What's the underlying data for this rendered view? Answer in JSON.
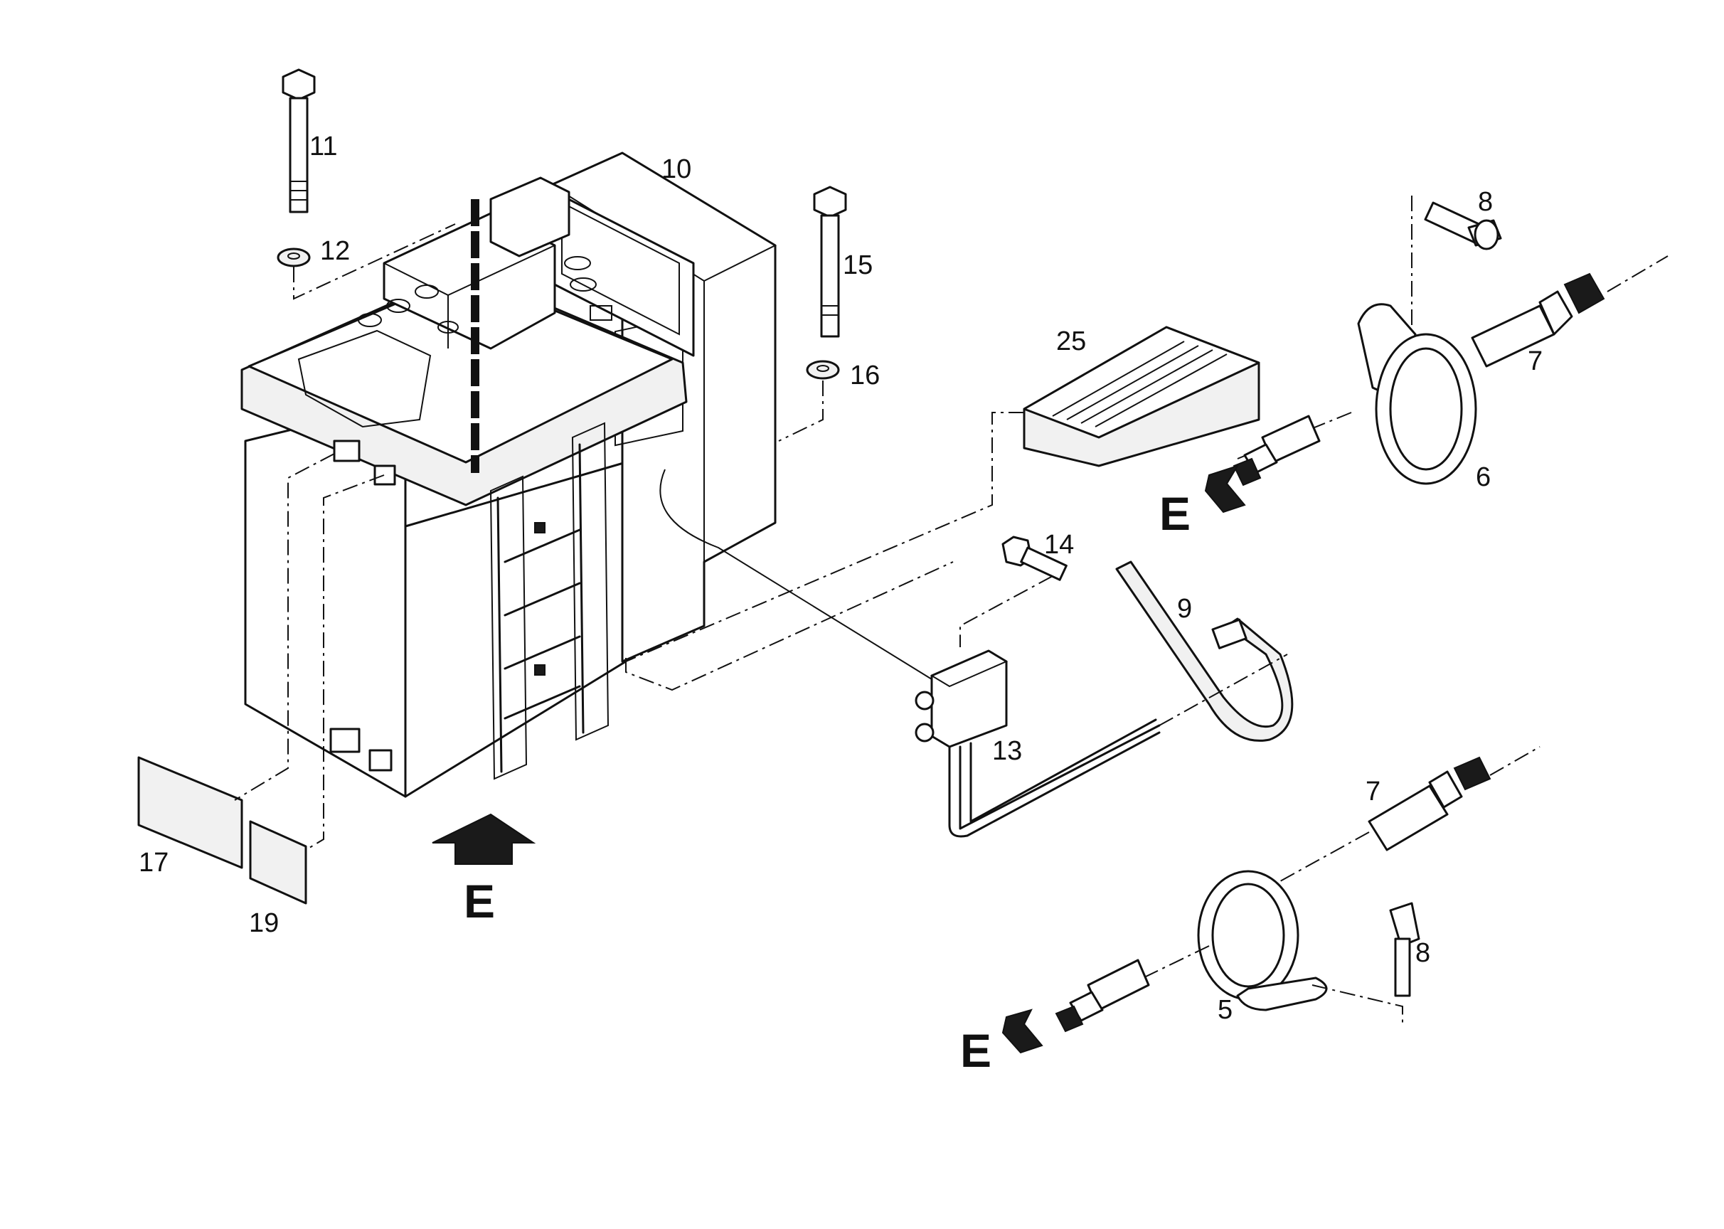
{
  "callouts": {
    "p5": "5",
    "p6": "6",
    "p7a": "7",
    "p7b": "7",
    "p8a": "8",
    "p8b": "8",
    "p9": "9",
    "p10": "10",
    "p11": "11",
    "p12": "12",
    "p13": "13",
    "p14": "14",
    "p15": "15",
    "p16": "16",
    "p17": "17",
    "p19": "19",
    "p25": "25"
  },
  "view_markers": {
    "main": "E",
    "upper_right": "E",
    "lower_right": "E"
  }
}
